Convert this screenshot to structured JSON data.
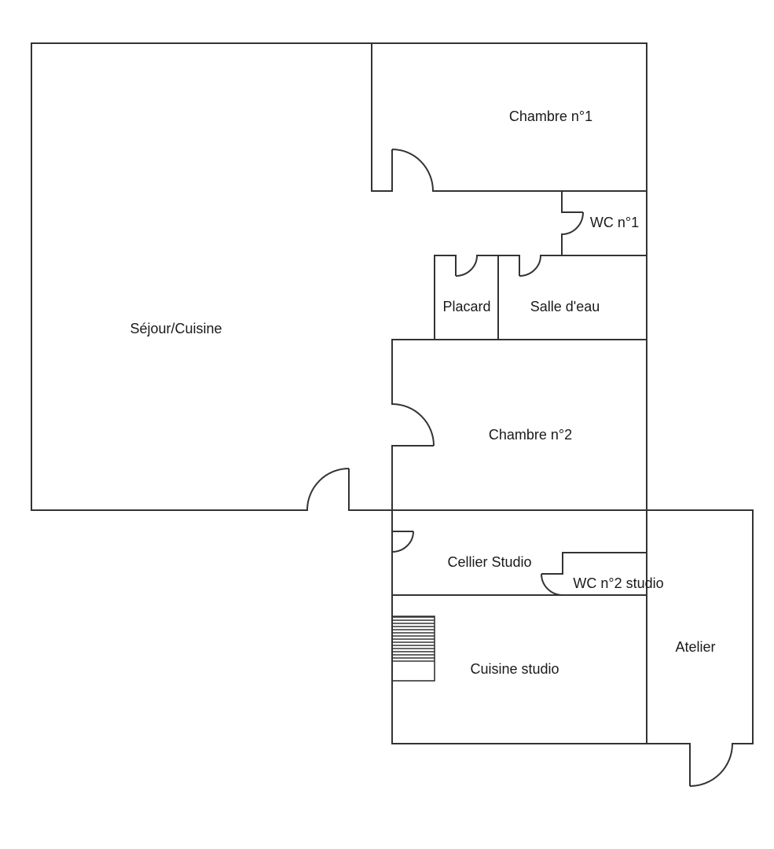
{
  "plan": {
    "type": "floor-plan",
    "line_color": "#333333",
    "background": "#ffffff",
    "rooms": [
      {
        "id": "sejour-cuisine",
        "label": "Séjour/Cuisine"
      },
      {
        "id": "chambre-1",
        "label": "Chambre n°1"
      },
      {
        "id": "wc-1",
        "label": "WC n°1"
      },
      {
        "id": "placard",
        "label": "Placard"
      },
      {
        "id": "salle-deau",
        "label": "Salle d'eau"
      },
      {
        "id": "chambre-2",
        "label": "Chambre n°2"
      },
      {
        "id": "cellier-studio",
        "label": "Cellier Studio"
      },
      {
        "id": "wc-2-studio",
        "label": "WC n°2 studio"
      },
      {
        "id": "cuisine-studio",
        "label": "Cuisine studio"
      },
      {
        "id": "atelier",
        "label": "Atelier"
      }
    ],
    "features": [
      {
        "id": "staircase",
        "icon": "staircase-icon"
      }
    ]
  }
}
